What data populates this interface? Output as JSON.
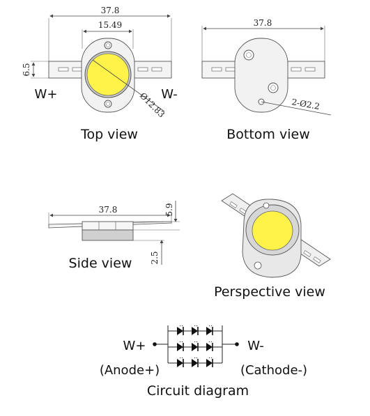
{
  "top_view": {
    "caption": "Top view",
    "dim_width": "37.8",
    "dim_inner": "15.49",
    "dim_height": "6.5",
    "dim_diameter": "Ø12.83",
    "left_terminal": "W+",
    "right_terminal": "W-"
  },
  "bottom_view": {
    "caption": "Bottom view",
    "dim_width": "37.8",
    "dim_holes": "2-Ø2.2"
  },
  "side_view": {
    "caption": "Side view",
    "dim_width": "37.8",
    "dim_height": "5.9",
    "dim_base": "2.5"
  },
  "perspective_view": {
    "caption": "Perspective view"
  },
  "circuit": {
    "caption": "Circuit diagram",
    "left_terminal": "W+",
    "left_label": "(Anode+)",
    "right_terminal": "W-",
    "right_label": "(Cathode-)"
  },
  "colors": {
    "led": "#fff34a",
    "body": "#f2f2f2",
    "outline": "#555555"
  }
}
